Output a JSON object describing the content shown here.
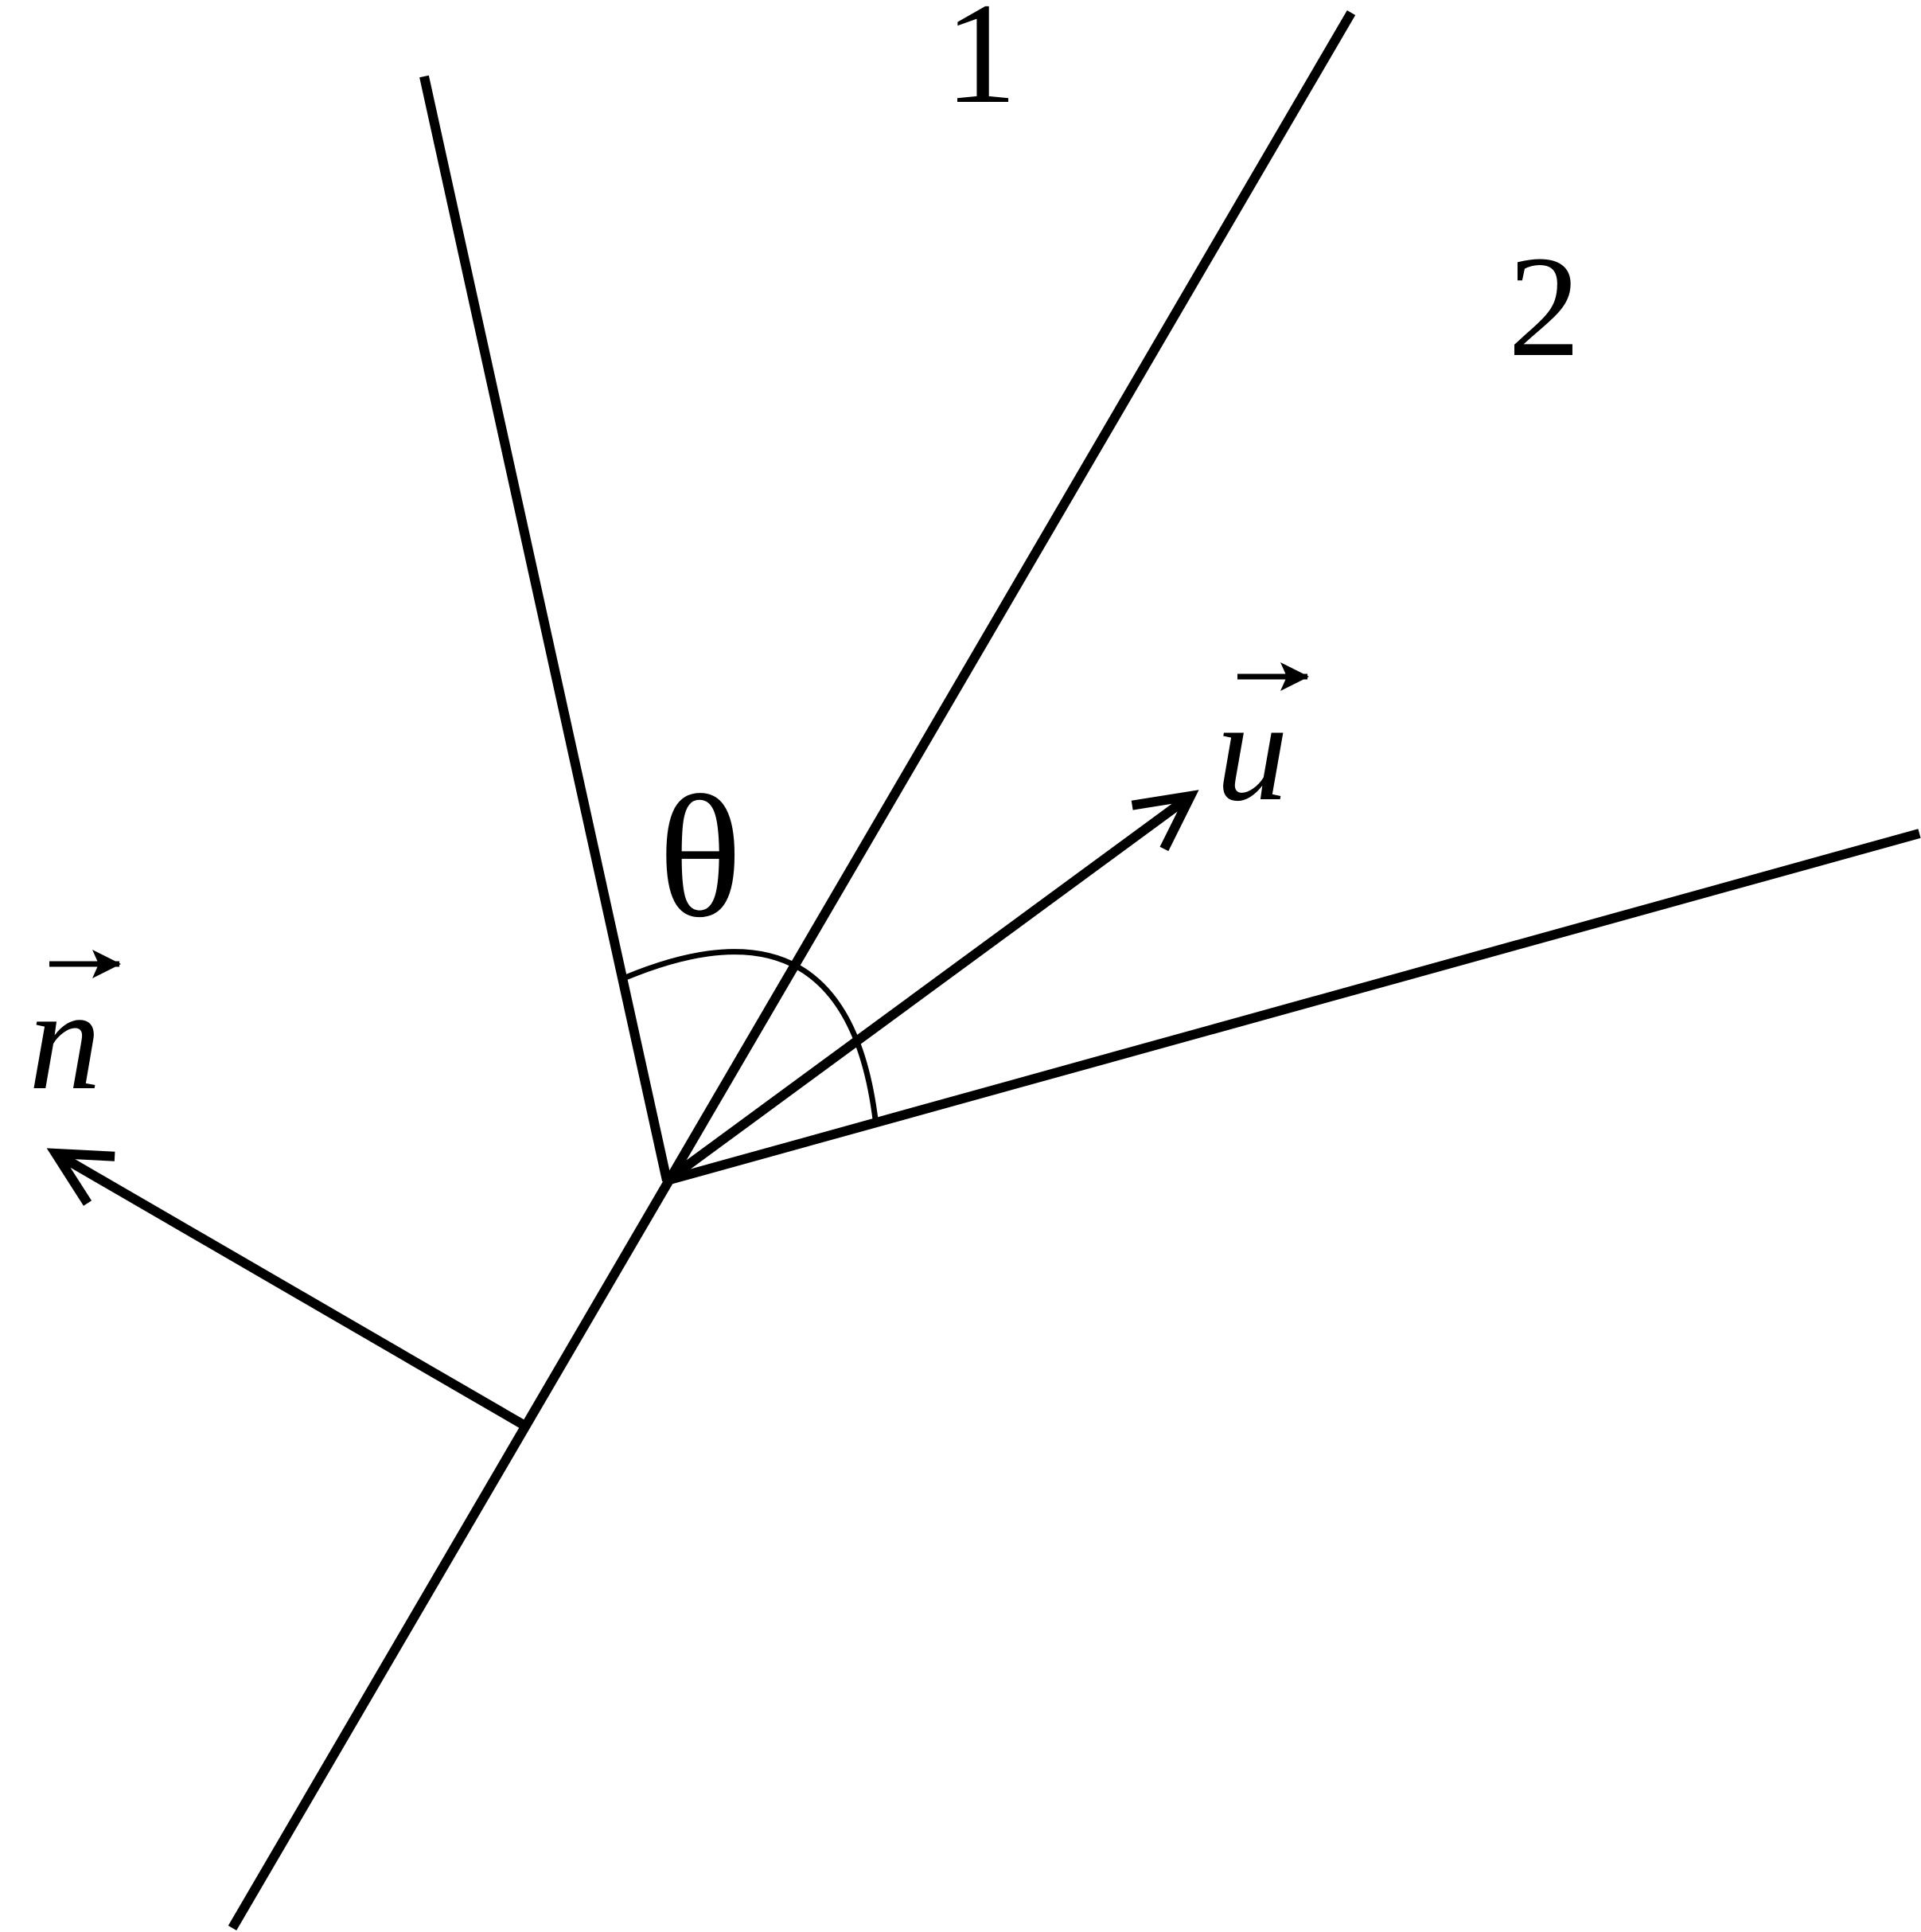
{
  "labels": {
    "region_1": "1",
    "region_2": "2",
    "angle": "θ",
    "vector_n": "n",
    "vector_u": "u"
  },
  "colors": {
    "ink": "#000000",
    "background": "#ffffff"
  }
}
